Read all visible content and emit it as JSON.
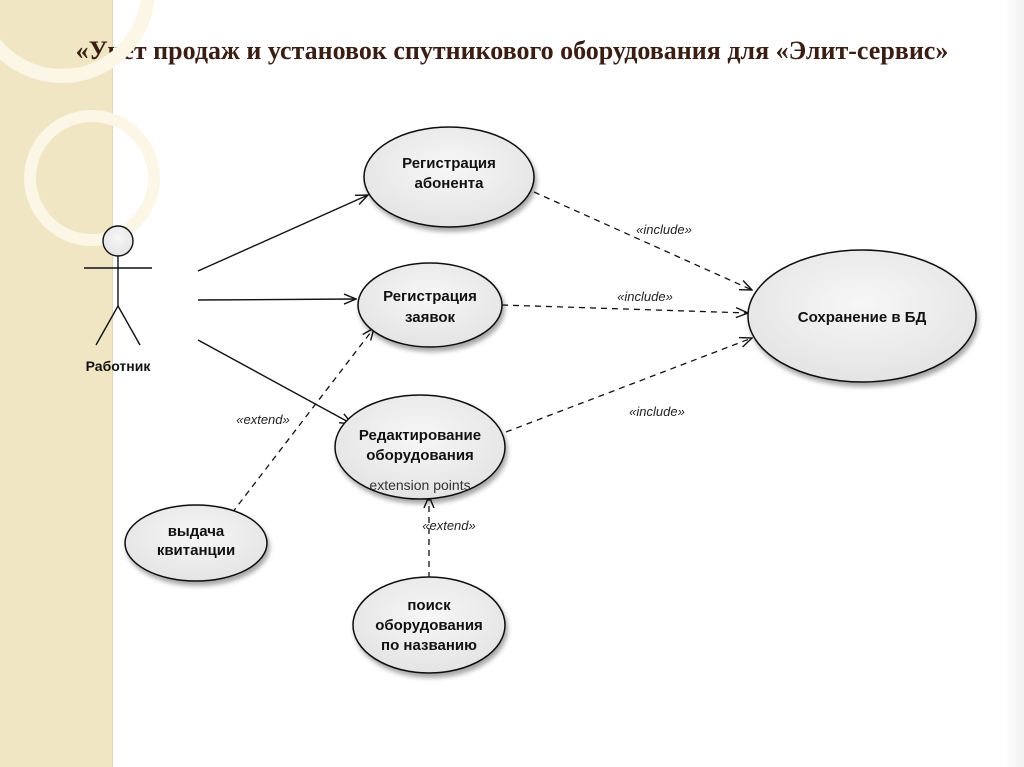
{
  "title": "«Учет продаж и установок спутникового оборудования для «Элит-сервис»",
  "actor": {
    "label": "Работник"
  },
  "use_cases": {
    "register_subscriber": [
      "Регистрация",
      "абонента"
    ],
    "register_requests": [
      "Регистрация",
      "заявок"
    ],
    "edit_equipment": [
      "Редактирование",
      "оборудования"
    ],
    "extension_points": "extension points",
    "issue_receipt": [
      "выдача",
      "квитанции"
    ],
    "search_equipment": [
      "поиск",
      "оборудования",
      "по названию"
    ],
    "save_db": "Сохранение в БД"
  },
  "stereotypes": {
    "include": "«include»",
    "extend": "«extend»"
  },
  "colors": {
    "title": "#3a1e14",
    "side_panel": "#f1e6c4",
    "ellipse_fill": "#efefef",
    "line": "#111111"
  }
}
